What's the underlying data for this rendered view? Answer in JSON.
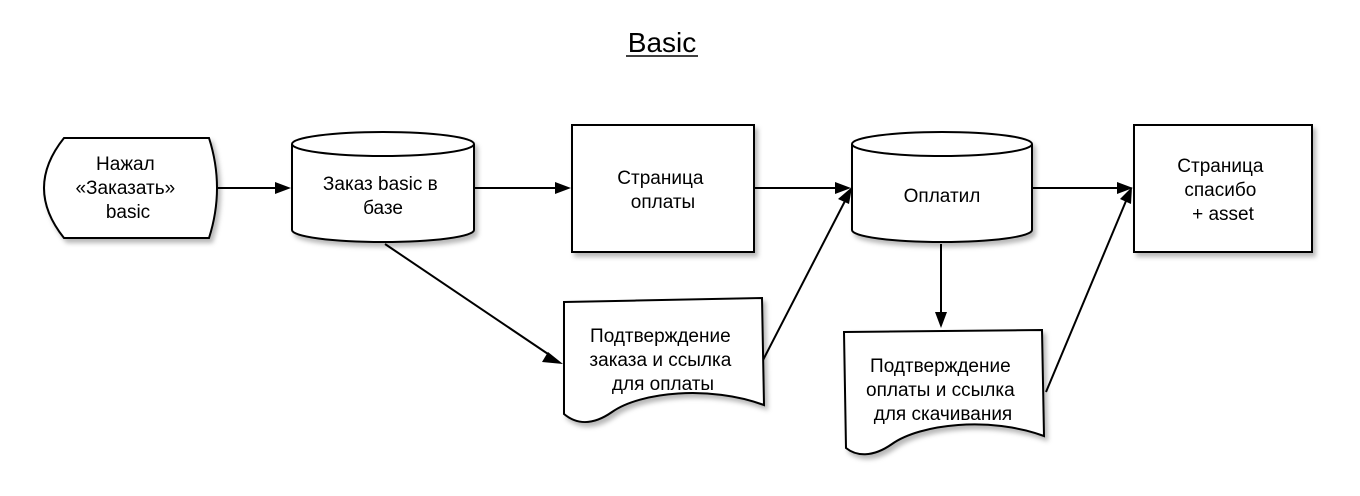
{
  "diagram": {
    "title": "Basic",
    "nodes": {
      "start": {
        "lines": [
          "Нажал",
          "«Заказать»",
          "basic"
        ]
      },
      "order_db": {
        "lines": [
          "Заказ basic в",
          "базе"
        ]
      },
      "payment_page": {
        "lines": [
          "Страница",
          "оплаты"
        ]
      },
      "paid_db": {
        "lines": [
          "Оплатил"
        ]
      },
      "thanks_page": {
        "lines": [
          "Страница",
          "спасибо",
          "+ asset"
        ]
      },
      "order_confirm_doc": {
        "lines": [
          "Подтверждение",
          "заказа и ссылка",
          "для оплаты"
        ]
      },
      "payment_confirm_doc": {
        "lines": [
          "Подтверждение",
          "оплаты и ссылка",
          "для скачивания"
        ]
      }
    }
  }
}
